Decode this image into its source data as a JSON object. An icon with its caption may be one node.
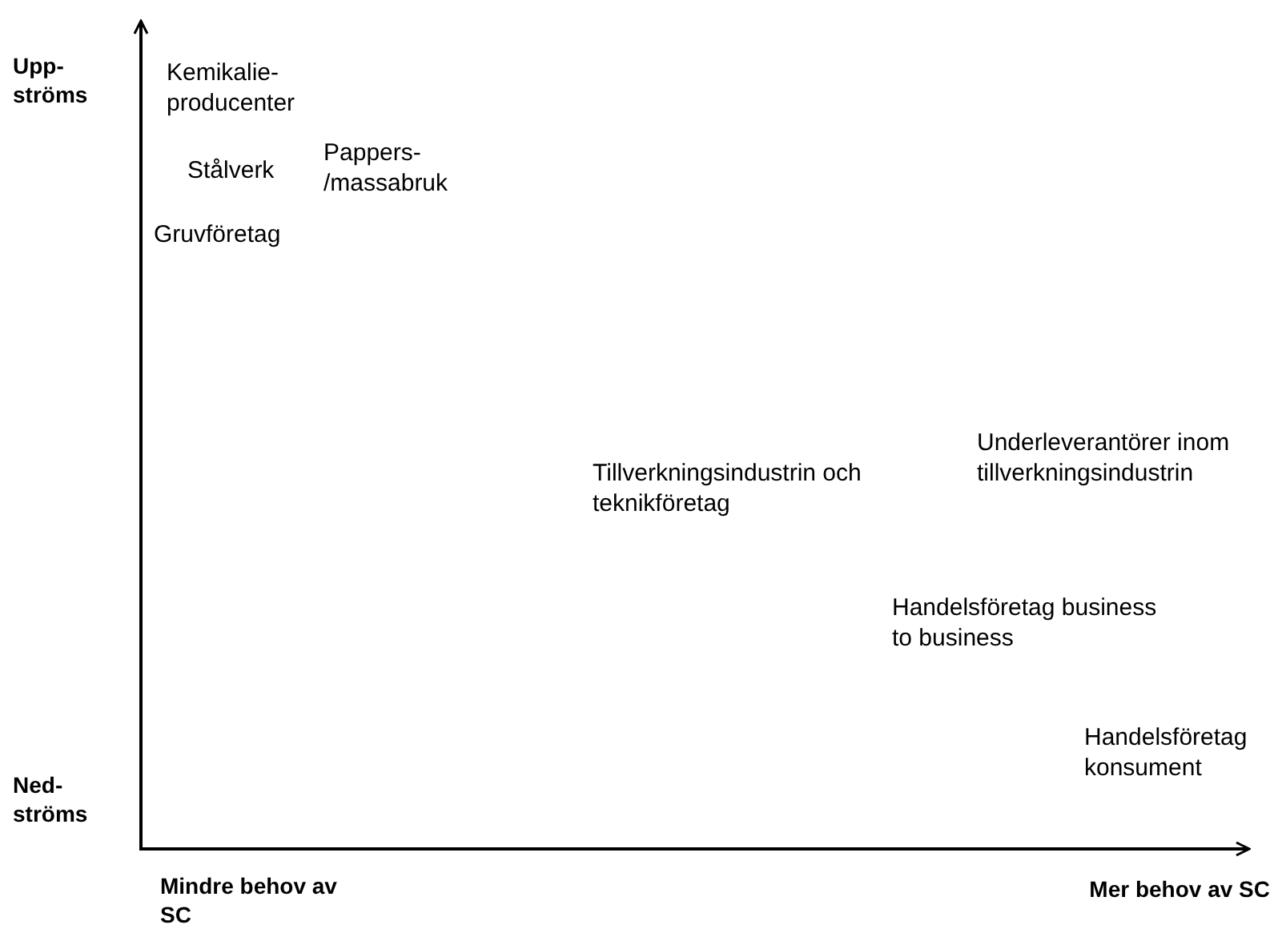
{
  "diagram": {
    "labels": [
      "Upp- ströms",
      "Kemikalie- producenter",
      "Stålverk",
      "Pappers- /massabruk",
      "Gruvföretag",
      "Underleverantörer inom tillverkningsindustrin",
      "Tillverkningsindustrin och teknikföretag",
      "Handelsföretag business to business",
      "Handelsföretag konsument",
      "Ned- ströms",
      "Mindre behov av SC",
      "Mer behov av SC"
    ]
  }
}
